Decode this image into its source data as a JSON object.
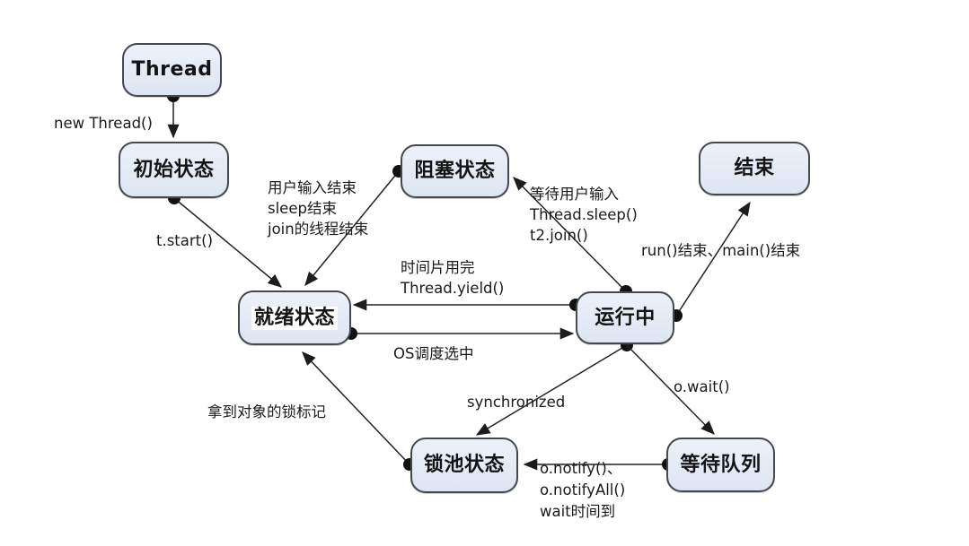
{
  "diagram": {
    "nodes": {
      "thread": {
        "label": "Thread"
      },
      "initial": {
        "label": "初始状态"
      },
      "blocked": {
        "label": "阻塞状态"
      },
      "end": {
        "label": "结束"
      },
      "ready": {
        "label": "就绪状态"
      },
      "running": {
        "label": "运行中"
      },
      "lock_pool": {
        "label": "锁池状态"
      },
      "wait_queue": {
        "label": "等待队列"
      }
    },
    "edges": {
      "new_thread": {
        "label": "new Thread()",
        "from": "thread",
        "to": "initial"
      },
      "t_start": {
        "label": "t.start()",
        "from": "initial",
        "to": "ready"
      },
      "blocked_to_ready": {
        "label": "用户输入结束\nsleep结束\njoin的线程结束",
        "from": "blocked",
        "to": "ready"
      },
      "running_to_blocked": {
        "label": "等待用户输入\nThread.sleep()\nt2.join()",
        "from": "running",
        "to": "blocked"
      },
      "running_to_end": {
        "label": "run()结束、main()结束",
        "from": "running",
        "to": "end"
      },
      "running_to_ready": {
        "label": "时间片用完\nThread.yield()",
        "from": "running",
        "to": "ready"
      },
      "ready_to_running": {
        "label": "OS调度选中",
        "from": "ready",
        "to": "running"
      },
      "running_to_lock_pool": {
        "label": "synchronized",
        "from": "running",
        "to": "lock_pool"
      },
      "running_to_wait_queue": {
        "label": "o.wait()",
        "from": "running",
        "to": "wait_queue"
      },
      "wait_queue_to_lock_pool": {
        "label": "o.notify()、\no.notifyAll()\nwait时间到",
        "from": "wait_queue",
        "to": "lock_pool"
      },
      "lock_pool_to_ready": {
        "label": "拿到对象的锁标记",
        "from": "lock_pool",
        "to": "ready"
      }
    },
    "colors": {
      "node_fill": "#e2e9f4",
      "node_border": "#45484d",
      "line": "#222222",
      "text": "#1a1a1a"
    }
  }
}
